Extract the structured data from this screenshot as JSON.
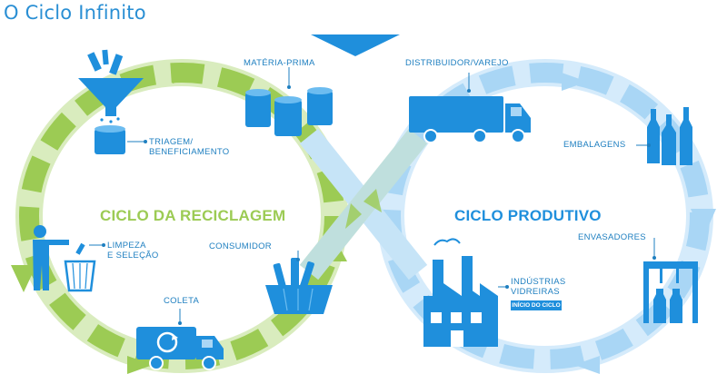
{
  "title": "O Ciclo Infinito",
  "colors": {
    "title": "#2a8fd4",
    "recycling": "#9ccb54",
    "recycling_light": "#c9e49a",
    "production": "#1f8fdc",
    "production_light": "#a9d6f5",
    "label": "#1e7fc0"
  },
  "cycles": {
    "recycling": "CICLO DA RECICLAGEM",
    "production": "CICLO PRODUTIVO"
  },
  "stages": {
    "materia_prima": "MATÉRIA-PRIMA",
    "triagem": "TRIAGEM/\nBENEFICIAMENTO",
    "limpeza": "LIMPEZA\nE SELEÇÃO",
    "coleta": "COLETA",
    "consumidor": "CONSUMIDOR",
    "distribuidor": "DISTRIBUIDOR/VAREJO",
    "embalagens": "EMBALAGENS",
    "envasadores": "ENVASADORES",
    "industrias": "INDÚSTRIAS\nVIDREIRAS",
    "inicio": "INÍCIO DO CICLO"
  },
  "icons": [
    "downward-triangle-icon",
    "funnel-bottles-icon",
    "drum-icon",
    "barrels-icon",
    "person-trash-icon",
    "recycling-truck-icon",
    "basket-bottles-icon",
    "delivery-truck-icon",
    "bottles-icon",
    "bottling-machine-icon",
    "factory-icon"
  ]
}
